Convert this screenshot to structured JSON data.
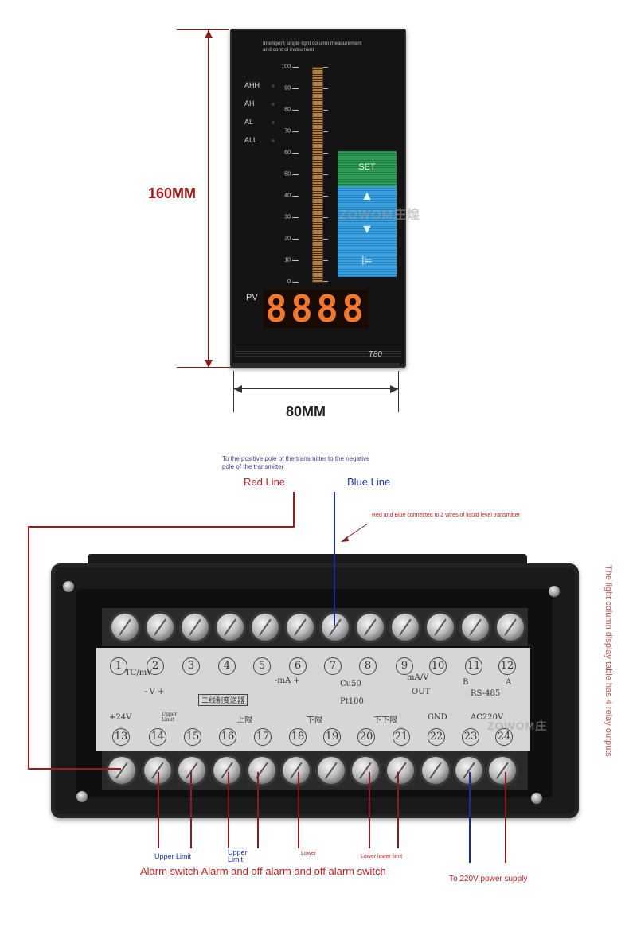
{
  "front_panel": {
    "height_label": "160MM",
    "width_label": "80MM",
    "title_line1": "Intelligent single light column measurement",
    "title_line2": "and control instrument",
    "alarms": [
      "AHH",
      "AH",
      "AL",
      "ALL"
    ],
    "scale": [
      "100",
      "90",
      "80",
      "70",
      "60",
      "50",
      "40",
      "30",
      "20",
      "10",
      "0"
    ],
    "set_key": "SET",
    "up_key": "▲",
    "down_key": "▼",
    "shift_key": "⊫",
    "pv_label": "PV",
    "display_digits": [
      "8",
      "8",
      "8",
      "8"
    ],
    "model": "T80",
    "watermark": "ZOWOM庄煌"
  },
  "wiring": {
    "transmitter_note_line1": "To the positive pole of the transmitter to the negative",
    "transmitter_note_line2": "pole of the transmitter",
    "red_line": "Red Line",
    "blue_line": "Blue Line",
    "red_blue_note": "Red and Blue connected to 2 wires of liquid level transmitter",
    "side_note": "The light column display table has 4 relay outputs",
    "top_numbers": [
      "1",
      "2",
      "3",
      "4",
      "5",
      "6",
      "7",
      "8",
      "9",
      "10",
      "11",
      "12"
    ],
    "bottom_numbers": [
      "13",
      "14",
      "15",
      "16",
      "17",
      "18",
      "19",
      "20",
      "21",
      "22",
      "23",
      "24"
    ],
    "plate_tc": "TC/mV",
    "plate_v": "- V +",
    "plate_ma": "-mA +",
    "plate_cu50": "Cu50",
    "plate_pt100": "Pt100",
    "plate_mav": "mA/V",
    "plate_out": "OUT",
    "plate_b": "B",
    "plate_a": "A",
    "plate_rs485": "RS-485",
    "plate_two_wire": "二线制变送器",
    "plate_24v": "+24V",
    "plate_upper_limit": "Upper Limit",
    "plate_shangxian": "上限",
    "plate_xiaxian": "下限",
    "plate_xiaxiaxian": "下下限",
    "plate_gnd": "GND",
    "plate_ac220": "AC220V",
    "watermark": "ZOWOM庄",
    "lbl_upper_limit": "Upper Limit",
    "lbl_upper": "Upper",
    "lbl_limit": "Limit",
    "lbl_lower": "Lower",
    "lbl_lower_lower_limit": "Lower lower limit",
    "alarm_caption": "Alarm switch Alarm and off alarm and off alarm switch",
    "power_label": "To 220V power supply"
  }
}
